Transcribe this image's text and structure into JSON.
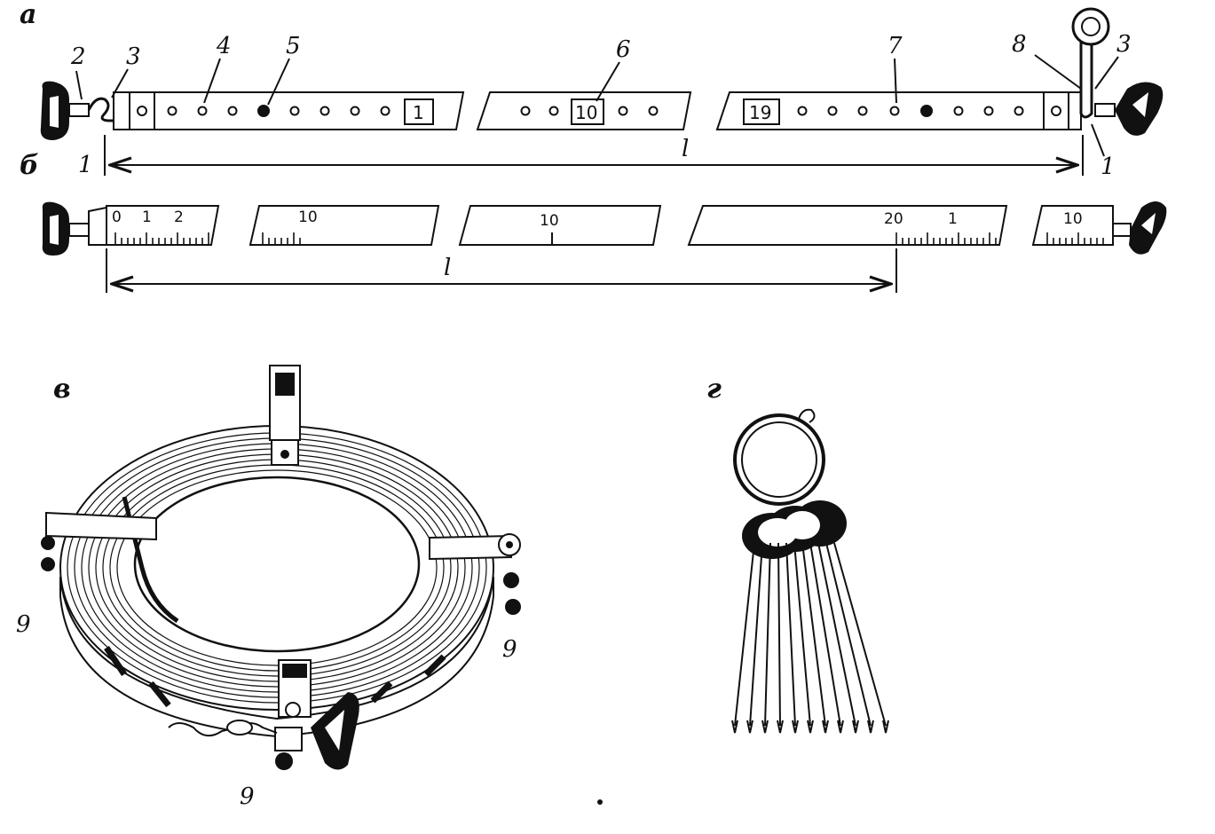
{
  "panels": {
    "a": "а",
    "b": "б",
    "v": "в",
    "g": "г"
  },
  "callouts": {
    "n1_left": "1",
    "n2": "2",
    "n3_left": "3",
    "n4": "4",
    "n5": "5",
    "n6": "6",
    "n7": "7",
    "n8": "8",
    "n3_right": "3",
    "n1_right": "1",
    "n9_left": "9",
    "n9_right": "9",
    "n9_bottom": "9"
  },
  "tape_a": {
    "plate_first": "1",
    "plate_middle": "10",
    "plate_last": "19",
    "length_label": "l"
  },
  "tape_b": {
    "start_labels": [
      "0",
      "1",
      "2"
    ],
    "seg2_label": "10",
    "seg3_label": "10",
    "seg4_label_20": "20",
    "seg4_label_1": "1",
    "end_label": "10",
    "length_label": "l"
  }
}
